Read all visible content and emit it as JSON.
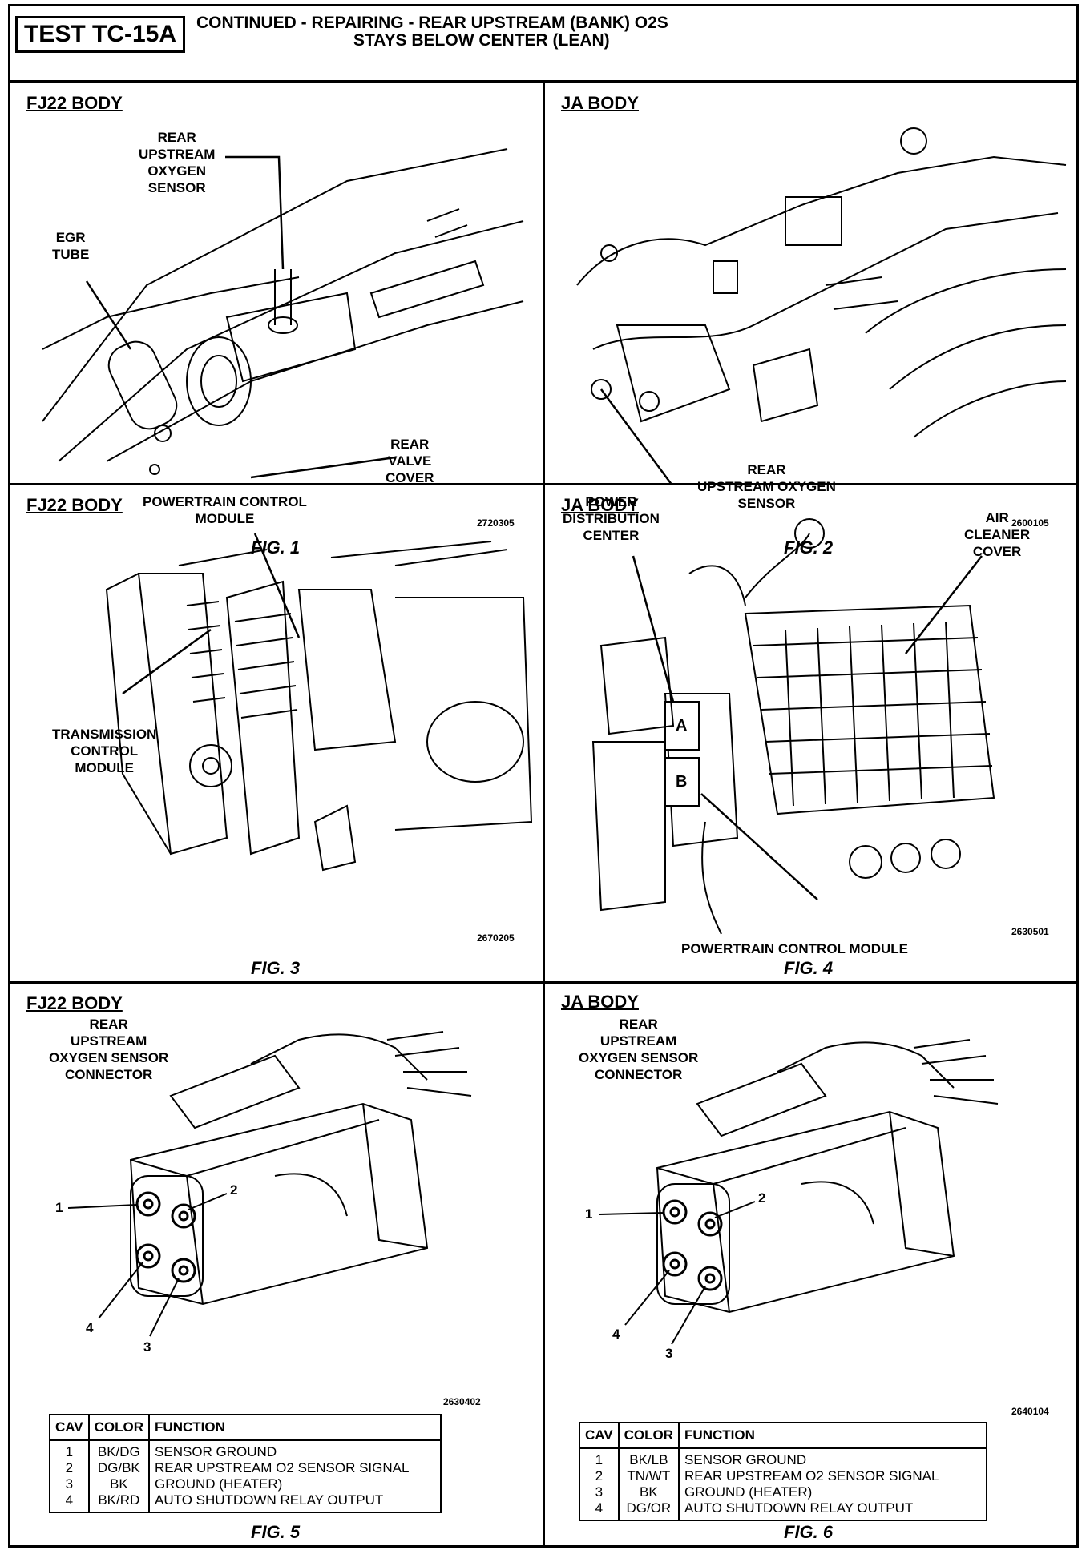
{
  "header": {
    "test_id": "TEST TC-15A",
    "title_line1": "CONTINUED -  REPAIRING - REAR UPSTREAM (BANK) O2S",
    "title_line2": "STAYS BELOW CENTER (LEAN)"
  },
  "panels": [
    {
      "body": "FJ22 BODY",
      "figure": "FIG. 1",
      "figure_number": "2720305",
      "callouts": [
        "REAR\nUPSTREAM\nOXYGEN\nSENSOR",
        "EGR\nTUBE",
        "REAR\nVALVE\nCOVER"
      ]
    },
    {
      "body": "JA BODY",
      "figure": "FIG. 2",
      "figure_number": "2600105",
      "callouts": [
        "REAR\nUPSTREAM OXYGEN\nSENSOR"
      ]
    },
    {
      "body": "FJ22 BODY",
      "figure": "FIG. 3",
      "figure_number": "2670205",
      "callouts": [
        "POWERTRAIN CONTROL\nMODULE",
        "TRANSMISSION\nCONTROL\nMODULE"
      ]
    },
    {
      "body": "JA BODY",
      "figure": "FIG. 4",
      "figure_number": "2630501",
      "callouts": [
        "POWER\nDISTRIBUTION\nCENTER",
        "AIR\nCLEANER\nCOVER",
        "POWERTRAIN CONTROL MODULE",
        "A",
        "B"
      ]
    },
    {
      "body": "FJ22 BODY",
      "figure": "FIG. 5",
      "figure_number": "2630402",
      "callouts": [
        "REAR\nUPSTREAM\nOXYGEN SENSOR\nCONNECTOR"
      ],
      "pins": [
        "1",
        "2",
        "3",
        "4"
      ],
      "table": {
        "headers": [
          "CAV",
          "COLOR",
          "FUNCTION"
        ],
        "rows": [
          [
            "1",
            "BK/DG",
            "SENSOR GROUND"
          ],
          [
            "2",
            "DG/BK",
            "REAR UPSTREAM O2 SENSOR SIGNAL"
          ],
          [
            "3",
            "BK",
            "GROUND (HEATER)"
          ],
          [
            "4",
            "BK/RD",
            "AUTO SHUTDOWN RELAY OUTPUT"
          ]
        ]
      }
    },
    {
      "body": "JA BODY",
      "figure": "FIG. 6",
      "figure_number": "2640104",
      "callouts": [
        "REAR\nUPSTREAM\nOXYGEN SENSOR\nCONNECTOR"
      ],
      "pins": [
        "1",
        "2",
        "3",
        "4"
      ],
      "table": {
        "headers": [
          "CAV",
          "COLOR",
          "FUNCTION"
        ],
        "rows": [
          [
            "1",
            "BK/LB",
            "SENSOR GROUND"
          ],
          [
            "2",
            "TN/WT",
            "REAR UPSTREAM O2 SENSOR SIGNAL"
          ],
          [
            "3",
            "BK",
            "GROUND (HEATER)"
          ],
          [
            "4",
            "DG/OR",
            "AUTO SHUTDOWN RELAY OUTPUT"
          ]
        ]
      }
    }
  ]
}
